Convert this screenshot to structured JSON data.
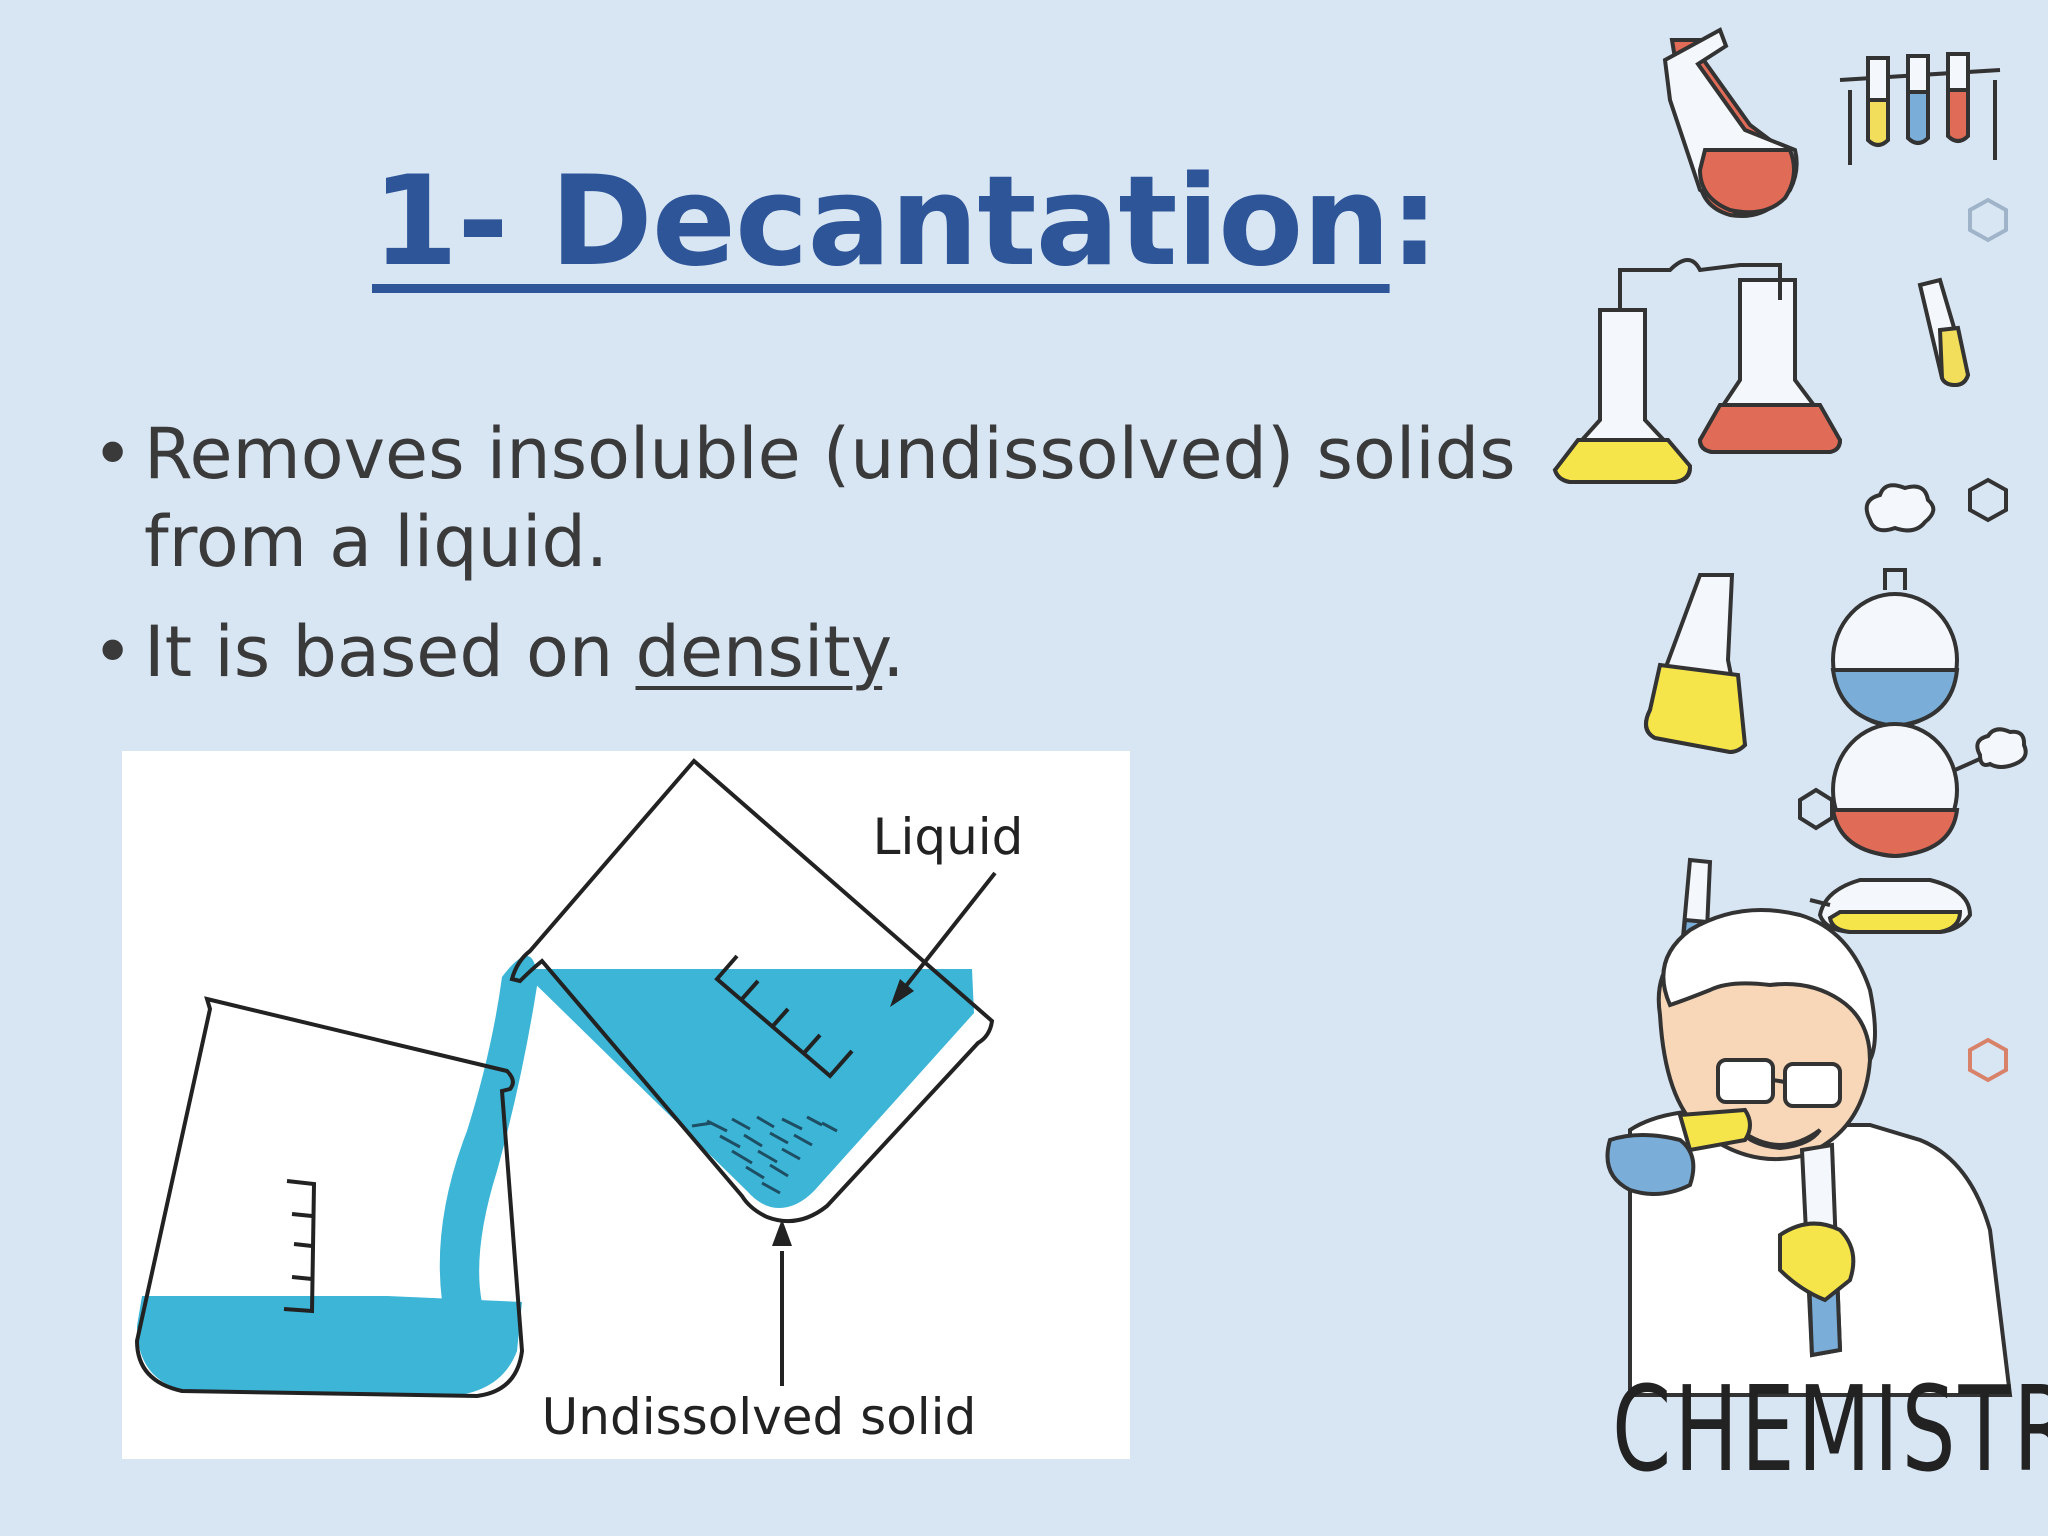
{
  "title": {
    "main": "1- Decantation",
    "suffix": ":"
  },
  "bullets": [
    {
      "before": "Removes insoluble (undissolved) solids from a liquid.",
      "underlined": "",
      "after": ""
    },
    {
      "before": "It is based on ",
      "underlined": "density",
      "after": "."
    }
  ],
  "diagram": {
    "label_liquid": "Liquid",
    "label_solid": "Undissolved solid",
    "liquid_color": "#3cb5d6"
  },
  "decor": {
    "chemistry_word": "CHEMISTRY"
  },
  "colors": {
    "background": "#d8e6f4",
    "title": "#2e5597",
    "text": "#3a3a3a"
  }
}
